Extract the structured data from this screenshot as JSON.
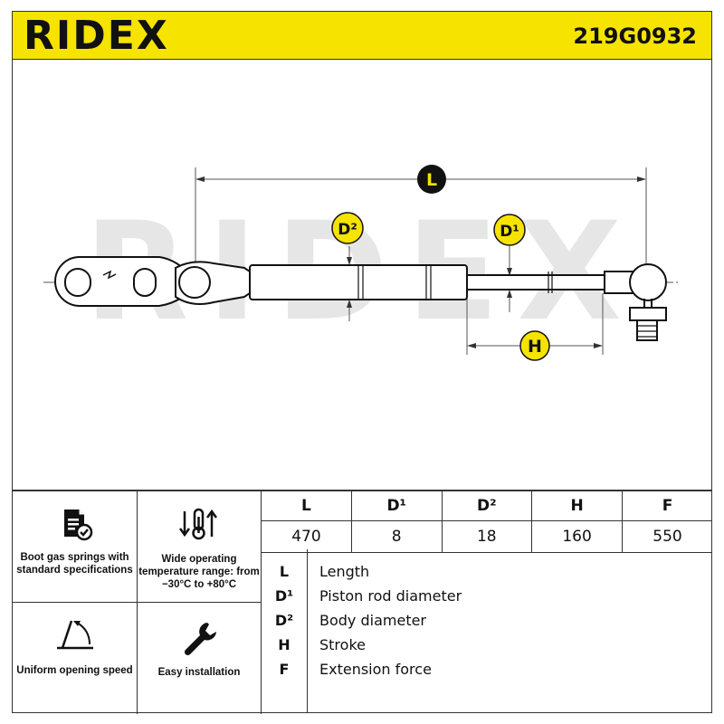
{
  "header": {
    "brand": "RIDEX",
    "part_number": "219G0932"
  },
  "drawing": {
    "watermark": "RIDEX",
    "labels": {
      "L": "L",
      "D1": "D¹",
      "D2": "D²",
      "H": "H"
    }
  },
  "features": [
    {
      "icon": "document-check-icon",
      "text": "Boot gas springs with standard specifications"
    },
    {
      "icon": "temperature-arrows-icon",
      "text": "Wide operating temperature range: from −30°C to +80°C"
    },
    {
      "icon": "opening-angle-icon",
      "text": "Uniform opening speed"
    },
    {
      "icon": "wrench-icon",
      "text": "Easy installation"
    }
  ],
  "specs": {
    "headers": [
      "L",
      "D¹",
      "D²",
      "H",
      "F"
    ],
    "values": [
      "470",
      "8",
      "18",
      "160",
      "550"
    ]
  },
  "legend": [
    {
      "key": "L",
      "label": "Length"
    },
    {
      "key": "D¹",
      "label": "Piston rod diameter"
    },
    {
      "key": "D²",
      "label": "Body diameter"
    },
    {
      "key": "H",
      "label": "Stroke"
    },
    {
      "key": "F",
      "label": "Extension force"
    }
  ],
  "colors": {
    "brand_yellow": "#f6e300",
    "watermark_gray": "#e6e6e6",
    "ink": "#111111"
  }
}
